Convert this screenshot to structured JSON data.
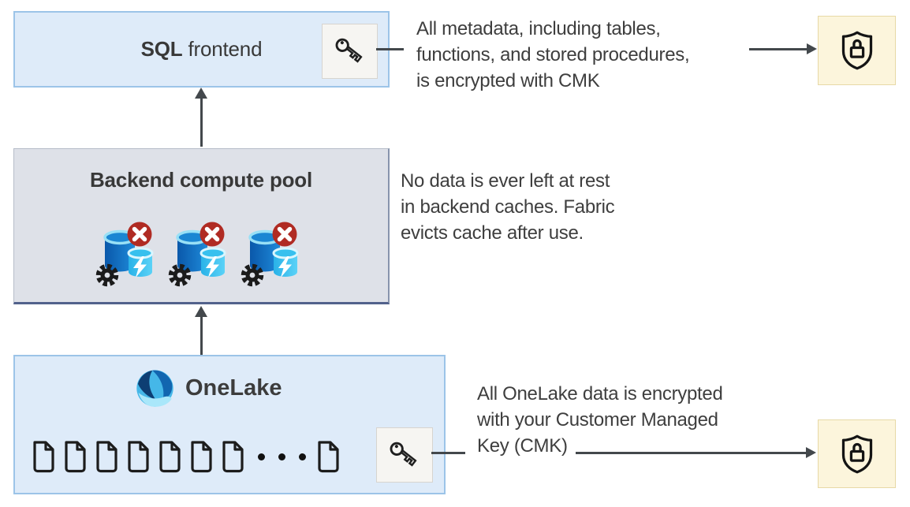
{
  "colors": {
    "blue_box_fill": "#deebf9",
    "blue_box_border": "#9cc4e8",
    "gray_box_fill": "#dee1e8",
    "gray_box_border": "#52628c",
    "cream_box_fill": "#fcf5dc",
    "cream_box_border": "#e7d9a6",
    "key_box_fill": "#f6f5f2",
    "arrow": "#43484c",
    "text": "#3e3e3e",
    "badge_red": "#b02b23",
    "cylinder_blue": "#1173c5",
    "cylinder_cyan": "#2fb9ea"
  },
  "nodes": {
    "sql_frontend": {
      "title_bold": "SQL",
      "title_rest": " frontend",
      "icon": "key-icon"
    },
    "backend_pool": {
      "title": "Backend compute pool",
      "compute_node_count": 3,
      "node_icons": [
        "compute-cache-icon",
        "cache-disabled-badge",
        "gear-icon"
      ]
    },
    "onelake": {
      "title": "OneLake",
      "logo": "onelake-logo",
      "document_count": 7,
      "trailing_document_count": 1,
      "ellipsis_dot_count": 3,
      "icon": "key-icon"
    },
    "cmk_top": {
      "icon": "shield-lock-icon"
    },
    "cmk_bottom": {
      "icon": "shield-lock-icon"
    }
  },
  "annotations": {
    "metadata_cmk": {
      "lines": [
        "All metadata, including tables,",
        "functions, and stored procedures,",
        "is encrypted with CMK"
      ]
    },
    "backend_cache": {
      "lines": [
        "No data is ever left at rest",
        "in backend caches. Fabric",
        "evicts cache after use."
      ]
    },
    "onelake_cmk": {
      "lines": [
        "All OneLake data is encrypted",
        "with your Customer Managed",
        "Key (CMK)"
      ]
    }
  }
}
